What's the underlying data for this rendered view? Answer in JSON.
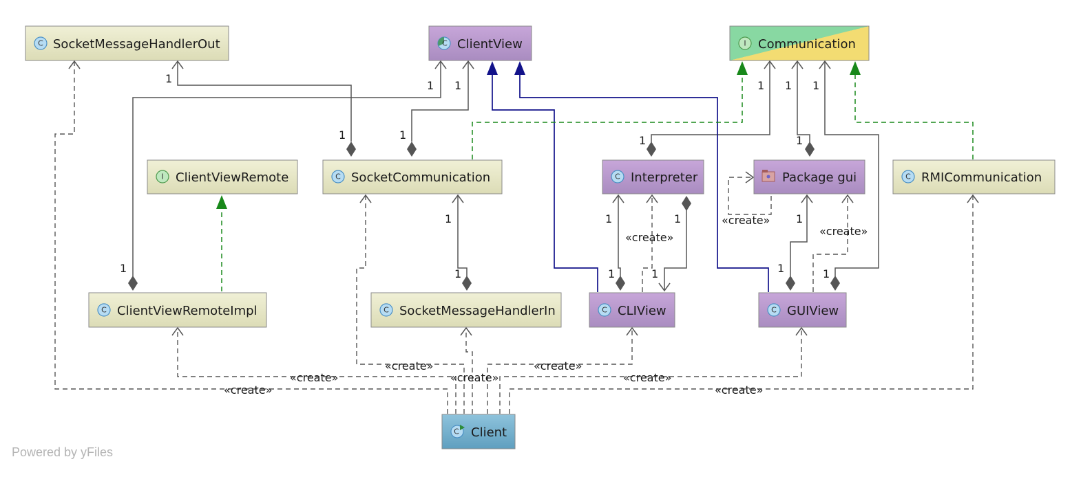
{
  "colors": {
    "class_fill": "#f0f0d6",
    "class_fill_dark": "#dcdcb6",
    "purple_fill": "#c7a6d9",
    "purple_fill_dark": "#a98cc0",
    "client_fill": "#8ec3dc",
    "client_fill_dark": "#5f9fbf",
    "comm_green": "#88d8a2",
    "comm_yellow": "#f3dc72",
    "line_gray": "#555555",
    "line_blue": "#12128a",
    "line_green": "#18881a"
  },
  "nodes": {
    "smho": {
      "label": "SocketMessageHandlerOut",
      "icon": "class-icon"
    },
    "clientview": {
      "label": "ClientView",
      "icon": "abstract-class-icon"
    },
    "communication": {
      "label": "Communication",
      "icon": "interface-icon"
    },
    "cvr": {
      "label": "ClientViewRemote",
      "icon": "interface-icon"
    },
    "sockcomm": {
      "label": "SocketCommunication",
      "icon": "class-icon"
    },
    "interpreter": {
      "label": "Interpreter",
      "icon": "class-icon"
    },
    "pkggui": {
      "label": "Package gui",
      "icon": "package-icon"
    },
    "rmi": {
      "label": "RMICommunication",
      "icon": "class-icon"
    },
    "cvri": {
      "label": "ClientViewRemoteImpl",
      "icon": "class-icon"
    },
    "smhi": {
      "label": "SocketMessageHandlerIn",
      "icon": "class-icon"
    },
    "cliview": {
      "label": "CLIView",
      "icon": "class-icon"
    },
    "guiview": {
      "label": "GUIView",
      "icon": "class-icon"
    },
    "client": {
      "label": "Client",
      "icon": "main-class-icon"
    }
  },
  "labels": {
    "create": "«create»",
    "one": "1"
  },
  "footer": "Powered by yFiles"
}
